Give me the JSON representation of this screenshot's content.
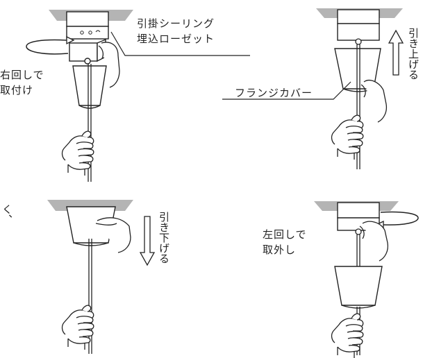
{
  "labels": {
    "ceiling_rosette": [
      "引掛シーリング",
      "埋込ローゼット"
    ],
    "turn_right": [
      "右回しで",
      "取付け"
    ],
    "flange_cover": "フランジカバー",
    "pull_up": "引き上げる",
    "pull_down": "引き下げる",
    "turn_left": [
      "左回しで",
      "取外し"
    ],
    "edge_fragment": "く、"
  },
  "colors": {
    "ceiling_fill": "#b4b4b4",
    "line": "#222222",
    "background": "#ffffff"
  },
  "icons": [
    "ceiling-rosette-icon",
    "flange-cover-icon",
    "hand-icon",
    "rotate-arrow-icon",
    "up-arrow-icon",
    "down-arrow-icon",
    "pendant-cord-icon"
  ]
}
